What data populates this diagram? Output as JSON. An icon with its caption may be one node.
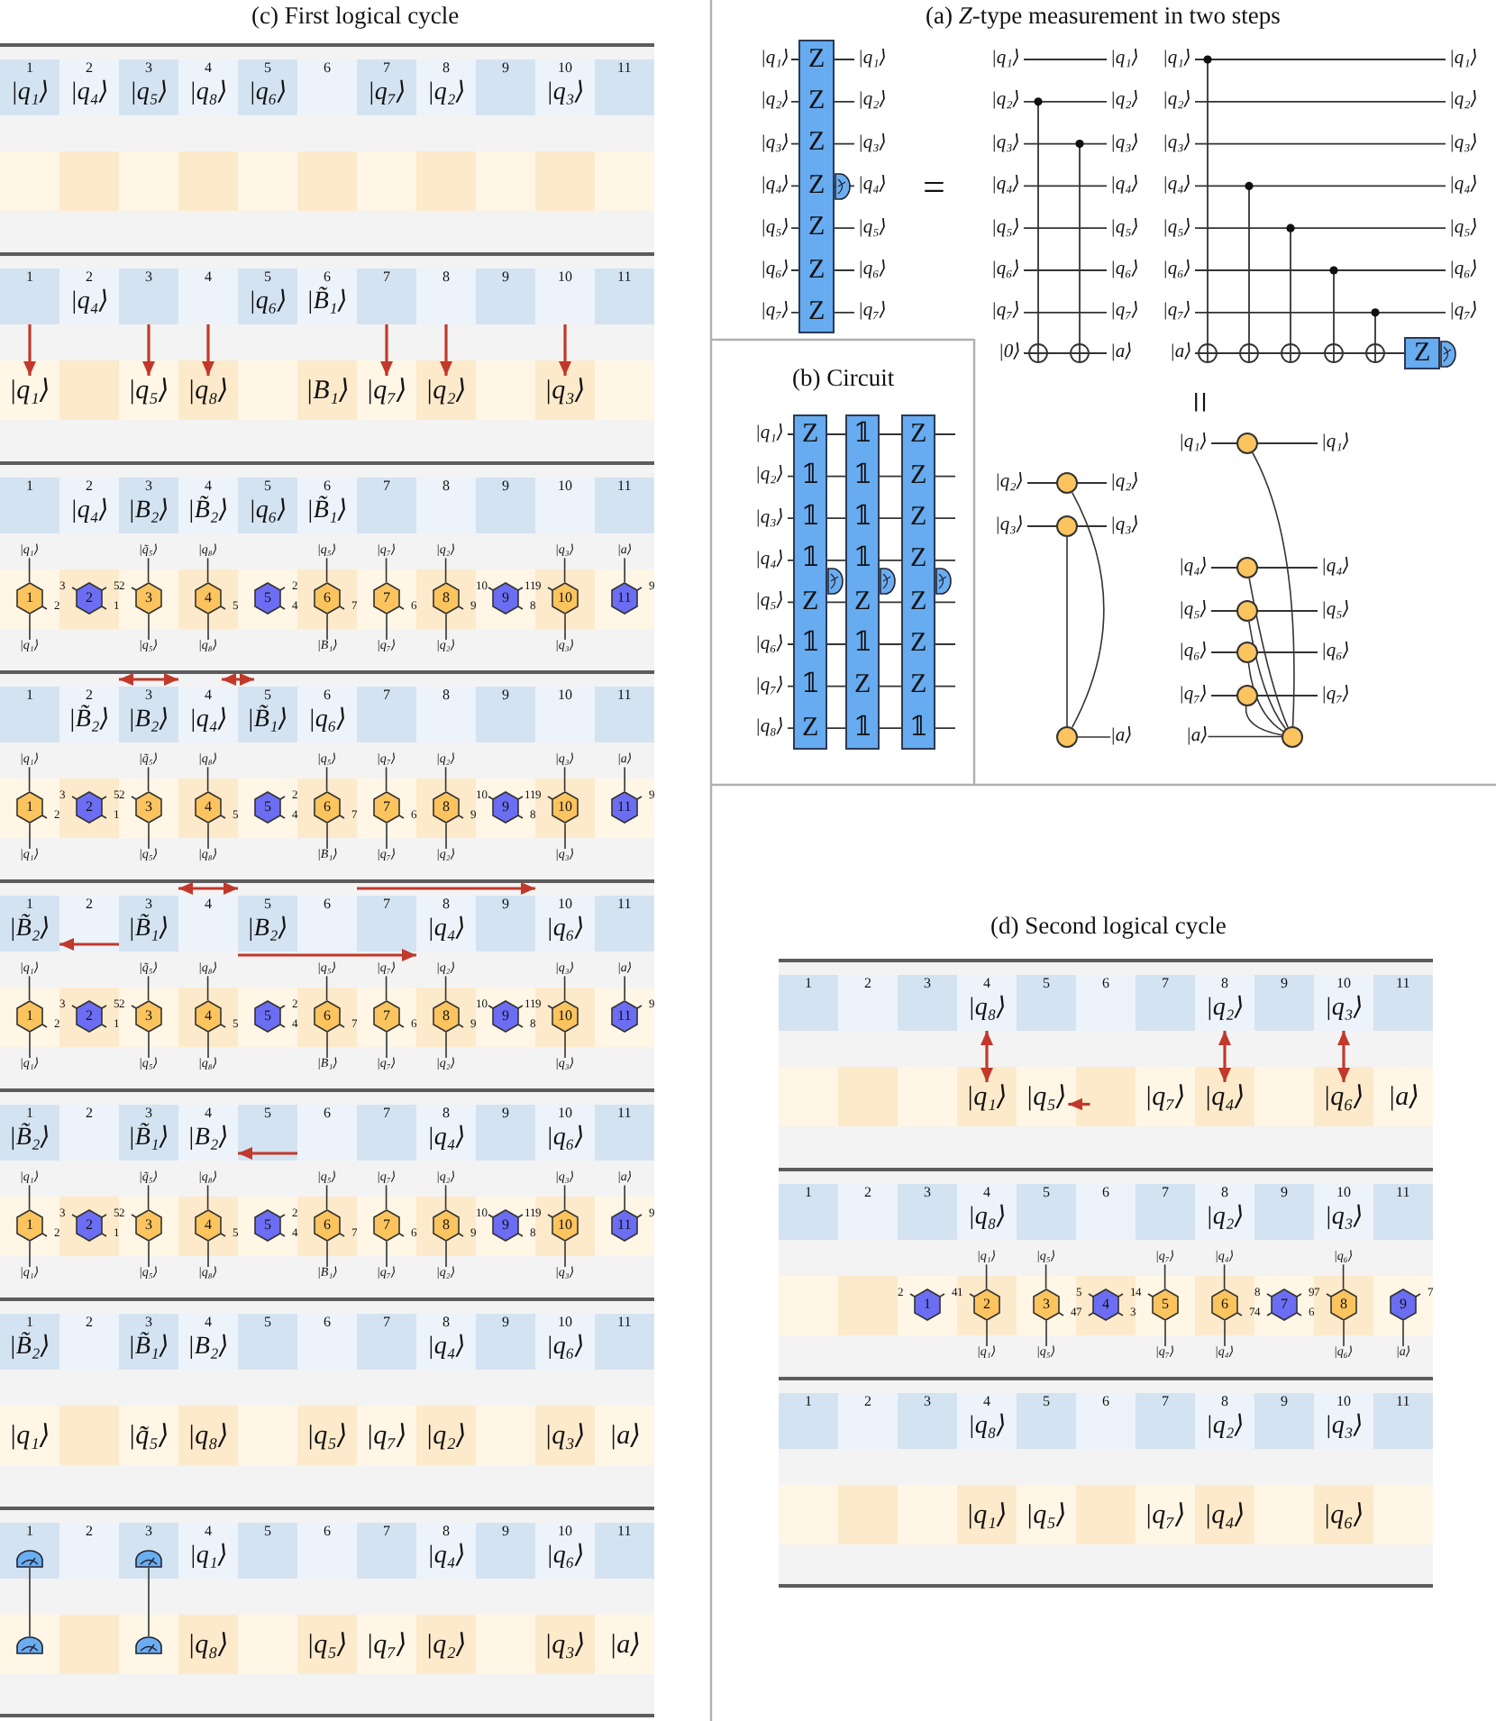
{
  "diagram": {
    "nodes": [
      {
        "text": [
          "1",
          "|q₁⟩"
        ]
      },
      {
        "text": [
          "2",
          "|q₄⟩"
        ]
      },
      {
        "text": [
          "3",
          "|q₅⟩"
        ]
      },
      {
        "text": [
          "4",
          "|q₈⟩"
        ]
      },
      {
        "text": [
          "5",
          "|q₆⟩"
        ]
      },
      {
        "text": [
          "6"
        ]
      },
      {
        "text": [
          "7",
          "|q₇⟩"
        ]
      },
      {
        "text": [
          "8",
          "|q₂⟩"
        ]
      },
      {
        "text": [
          "9"
        ]
      },
      {
        "text": [
          "10",
          "|q₃⟩"
        ]
      },
      {
        "text": [
          "11"
        ]
      },
      {
        "text": [
          "1"
        ]
      },
      {
        "text": [
          "2",
          "|q₄⟩"
        ]
      },
      {
        "text": [
          "3"
        ]
      },
      {
        "text": [
          "4"
        ]
      },
      {
        "text": [
          "5",
          "|q₆⟩"
        ]
      },
      {
        "text": [
          "6",
          "|B̃₁⟩"
        ]
      },
      {
        "text": [
          "7"
        ]
      },
      {
        "text": [
          "8"
        ]
      },
      {
        "text": [
          "9"
        ]
      },
      {
        "text": [
          "10"
        ]
      },
      {
        "text": [
          "11"
        ]
      },
      {
        "text": [
          "|q₁⟩"
        ]
      },
      {
        "text": [
          "|q₅⟩"
        ]
      },
      {
        "text": [
          "|q₈⟩"
        ]
      },
      {
        "text": [
          "|B₁⟩"
        ]
      },
      {
        "text": [
          "|q₇⟩"
        ]
      },
      {
        "text": [
          "|q₂⟩"
        ]
      },
      {
        "text": [
          "|q₃⟩"
        ]
      },
      {
        "text": [
          "1"
        ]
      },
      {
        "text": [
          "2",
          "|q₄⟩"
        ]
      },
      {
        "text": [
          "3",
          "|B₂⟩"
        ]
      },
      {
        "text": [
          "4",
          "|B̃₂⟩"
        ]
      },
      {
        "text": [
          "5",
          "|q₆⟩"
        ]
      },
      {
        "text": [
          "6",
          "|B̃₁⟩"
        ]
      },
      {
        "text": [
          "7"
        ]
      },
      {
        "text": [
          "8"
        ]
      },
      {
        "text": [
          "9"
        ]
      },
      {
        "text": [
          "10"
        ]
      },
      {
        "text": [
          "11"
        ]
      },
      {
        "text": [
          "|q₁⟩"
        ]
      },
      {
        "text": [
          "|q̃₅⟩"
        ]
      },
      {
        "text": [
          "|q₈⟩"
        ]
      },
      {
        "text": [
          "|q₅⟩"
        ]
      },
      {
        "text": [
          "|q₇⟩"
        ]
      },
      {
        "text": [
          "|q₂⟩"
        ]
      },
      {
        "text": [
          "|q₃⟩"
        ]
      },
      {
        "text": [
          "|a⟩"
        ]
      },
      {
        "text": [
          "1"
        ],
        "beside": [
          "2"
        ]
      },
      {
        "text": [
          "2"
        ],
        "beside": [
          "3",
          "5",
          "1"
        ]
      },
      {
        "text": [
          "3"
        ],
        "beside": [
          "2"
        ]
      },
      {
        "text": [
          "4"
        ],
        "beside": [
          "5"
        ]
      },
      {
        "text": [
          "5"
        ],
        "beside": [
          "2",
          "4"
        ]
      },
      {
        "text": [
          "6"
        ],
        "beside": [
          "7"
        ]
      },
      {
        "text": [
          "7"
        ],
        "beside": [
          "6"
        ]
      },
      {
        "text": [
          "8"
        ],
        "beside": [
          "9"
        ]
      },
      {
        "text": [
          "9"
        ],
        "beside": [
          "10",
          "11",
          "8"
        ]
      },
      {
        "text": [
          "10"
        ],
        "beside": [
          "9"
        ]
      },
      {
        "text": [
          "11"
        ],
        "beside": [
          "9"
        ]
      },
      {
        "text": [
          "|q₁⟩"
        ]
      },
      {
        "text": [
          "|q₅⟩"
        ]
      },
      {
        "text": [
          "|q₈⟩"
        ]
      },
      {
        "text": [
          "|B₁⟩"
        ]
      },
      {
        "text": [
          "|q₇⟩"
        ]
      },
      {
        "text": [
          "|q₂⟩"
        ]
      },
      {
        "text": [
          "|q₃⟩"
        ]
      },
      {
        "text": [
          "1"
        ]
      },
      {
        "text": [
          "2",
          "|B̃₂⟩"
        ]
      },
      {
        "text": [
          "3",
          "|B₂⟩"
        ]
      },
      {
        "text": [
          "4",
          "|q₄⟩"
        ]
      },
      {
        "text": [
          "5",
          "|B̃₁⟩"
        ]
      },
      {
        "text": [
          "6",
          "|q₆⟩"
        ]
      },
      {
        "text": [
          "7"
        ]
      },
      {
        "text": [
          "8"
        ]
      },
      {
        "text": [
          "9"
        ]
      },
      {
        "text": [
          "10"
        ]
      },
      {
        "text": [
          "11"
        ]
      },
      {
        "text": [
          "|q₁⟩"
        ]
      },
      {
        "text": [
          "|q̃₅⟩"
        ]
      },
      {
        "text": [
          "|q₈⟩"
        ]
      },
      {
        "text": [
          "|q₅⟩"
        ]
      },
      {
        "text": [
          "|q₇⟩"
        ]
      },
      {
        "text": [
          "|q₂⟩"
        ]
      },
      {
        "text": [
          "|q₃⟩"
        ]
      },
      {
        "text": [
          "|a⟩"
        ]
      },
      {
        "text": [
          "1"
        ],
        "beside": [
          "2"
        ]
      },
      {
        "text": [
          "2"
        ],
        "beside": [
          "3",
          "5",
          "1"
        ]
      },
      {
        "text": [
          "3"
        ],
        "beside": [
          "2"
        ]
      },
      {
        "text": [
          "4"
        ],
        "beside": [
          "5"
        ]
      },
      {
        "text": [
          "5"
        ],
        "beside": [
          "2",
          "4"
        ]
      },
      {
        "text": [
          "6"
        ],
        "beside": [
          "7"
        ]
      },
      {
        "text": [
          "7"
        ],
        "beside": [
          "6"
        ]
      },
      {
        "text": [
          "8"
        ],
        "beside": [
          "9"
        ]
      },
      {
        "text": [
          "9"
        ],
        "beside": [
          "10",
          "11",
          "8"
        ]
      },
      {
        "text": [
          "10"
        ],
        "beside": [
          "9"
        ]
      },
      {
        "text": [
          "11"
        ],
        "beside": [
          "9"
        ]
      },
      {
        "text": [
          "|q₁⟩"
        ]
      },
      {
        "text": [
          "|q₅⟩"
        ]
      },
      {
        "text": [
          "|q₈⟩"
        ]
      },
      {
        "text": [
          "|B₁⟩"
        ]
      },
      {
        "text": [
          "|q₇⟩"
        ]
      },
      {
        "text": [
          "|q₂⟩"
        ]
      },
      {
        "text": [
          "|q₃⟩"
        ]
      },
      {
        "text": [
          "1",
          "|B̃₂⟩"
        ]
      },
      {
        "text": [
          "2"
        ]
      },
      {
        "text": [
          "3",
          "|B̃₁⟩"
        ]
      },
      {
        "text": [
          "4"
        ]
      },
      {
        "text": [
          "5",
          "|B₂⟩"
        ]
      },
      {
        "text": [
          "6"
        ]
      },
      {
        "text": [
          "7"
        ]
      },
      {
        "text": [
          "8",
          "|q₄⟩"
        ]
      },
      {
        "text": [
          "9"
        ]
      },
      {
        "text": [
          "10",
          "|q₆⟩"
        ]
      },
      {
        "text": [
          "11"
        ]
      },
      {
        "text": [
          "|q₁⟩"
        ]
      },
      {
        "text": [
          "|q̃₅⟩"
        ]
      },
      {
        "text": [
          "|q₈⟩"
        ]
      },
      {
        "text": [
          "|q₅⟩"
        ]
      },
      {
        "text": [
          "|q₇⟩"
        ]
      },
      {
        "text": [
          "|q₂⟩"
        ]
      },
      {
        "text": [
          "|q₃⟩"
        ]
      },
      {
        "text": [
          "|a⟩"
        ]
      },
      {
        "text": [
          "1"
        ],
        "beside": [
          "2"
        ]
      },
      {
        "text": [
          "2"
        ],
        "beside": [
          "3",
          "5",
          "1"
        ]
      },
      {
        "text": [
          "3"
        ],
        "beside": [
          "2"
        ]
      },
      {
        "text": [
          "4"
        ],
        "beside": [
          "5"
        ]
      },
      {
        "text": [
          "5"
        ],
        "beside": [
          "2",
          "4"
        ]
      },
      {
        "text": [
          "6"
        ],
        "beside": [
          "7"
        ]
      },
      {
        "text": [
          "7"
        ],
        "beside": [
          "6"
        ]
      },
      {
        "text": [
          "8"
        ],
        "beside": [
          "9"
        ]
      },
      {
        "text": [
          "9"
        ],
        "beside": [
          "10",
          "11",
          "8"
        ]
      },
      {
        "text": [
          "10"
        ],
        "beside": [
          "9"
        ]
      },
      {
        "text": [
          "11"
        ],
        "beside": [
          "9"
        ]
      },
      {
        "text": [
          "|q₁⟩"
        ]
      },
      {
        "text": [
          "|q₅⟩"
        ]
      },
      {
        "text": [
          "|q₈⟩"
        ]
      },
      {
        "text": [
          "|B₁⟩"
        ]
      },
      {
        "text": [
          "|q₇⟩"
        ]
      },
      {
        "text": [
          "|q₂⟩"
        ]
      },
      {
        "text": [
          "|q₃⟩"
        ]
      },
      {
        "text": [
          "1",
          "|B̃₂⟩"
        ]
      },
      {
        "text": [
          "2"
        ]
      },
      {
        "text": [
          "3",
          "|B̃₁⟩"
        ]
      },
      {
        "text": [
          "4",
          "|B₂⟩"
        ]
      },
      {
        "text": [
          "5"
        ]
      },
      {
        "text": [
          "6"
        ]
      },
      {
        "text": [
          "7"
        ]
      },
      {
        "text": [
          "8",
          "|q₄⟩"
        ]
      },
      {
        "text": [
          "9"
        ]
      },
      {
        "text": [
          "10",
          "|q₆⟩"
        ]
      },
      {
        "text": [
          "11"
        ]
      },
      {
        "text": [
          "|q₁⟩"
        ]
      },
      {
        "text": [
          "|q̃₅⟩"
        ]
      },
      {
        "text": [
          "|q₈⟩"
        ]
      },
      {
        "text": [
          "|q₅⟩"
        ]
      },
      {
        "text": [
          "|q₇⟩"
        ]
      },
      {
        "text": [
          "|q₂⟩"
        ]
      },
      {
        "text": [
          "|q₃⟩"
        ]
      },
      {
        "text": [
          "|a⟩"
        ]
      },
      {
        "text": [
          "1"
        ],
        "beside": [
          "2"
        ]
      },
      {
        "text": [
          "2"
        ],
        "beside": [
          "3",
          "5",
          "1"
        ]
      },
      {
        "text": [
          "3"
        ],
        "beside": [
          "2"
        ]
      },
      {
        "text": [
          "4"
        ],
        "beside": [
          "5"
        ]
      },
      {
        "text": [
          "5"
        ],
        "beside": [
          "2",
          "4"
        ]
      },
      {
        "text": [
          "6"
        ],
        "beside": [
          "7"
        ]
      },
      {
        "text": [
          "7"
        ],
        "beside": [
          "6"
        ]
      },
      {
        "text": [
          "8"
        ],
        "beside": [
          "9"
        ]
      },
      {
        "text": [
          "9"
        ],
        "beside": [
          "10",
          "11",
          "8"
        ]
      },
      {
        "text": [
          "10"
        ],
        "beside": [
          "9"
        ]
      },
      {
        "text": [
          "11"
        ],
        "beside": [
          "9"
        ]
      },
      {
        "text": [
          "|q₁⟩"
        ]
      },
      {
        "text": [
          "|q₅⟩"
        ]
      },
      {
        "text": [
          "|q₈⟩"
        ]
      },
      {
        "text": [
          "|B₁⟩"
        ]
      },
      {
        "text": [
          "|q₇⟩"
        ]
      },
      {
        "text": [
          "|q₂⟩"
        ]
      },
      {
        "text": [
          "|q₃⟩"
        ]
      },
      {
        "text": [
          "1",
          "|B̃₂⟩"
        ]
      },
      {
        "text": [
          "2"
        ]
      },
      {
        "text": [
          "3",
          "|B̃₁⟩"
        ]
      },
      {
        "text": [
          "4",
          "|B₂⟩"
        ]
      },
      {
        "text": [
          "5"
        ]
      },
      {
        "text": [
          "6"
        ]
      },
      {
        "text": [
          "7"
        ]
      },
      {
        "text": [
          "8",
          "|q₄⟩"
        ]
      },
      {
        "text": [
          "9"
        ]
      },
      {
        "text": [
          "10",
          "|q₆⟩"
        ]
      },
      {
        "text": [
          "11"
        ]
      },
      {
        "text": [
          "|q₁⟩"
        ]
      },
      {
        "text": [
          "|q̃₅⟩"
        ]
      },
      {
        "text": [
          "|q₈⟩"
        ]
      },
      {
        "text": [
          "|q₅⟩"
        ]
      },
      {
        "text": [
          "|q₇⟩"
        ]
      },
      {
        "text": [
          "|q₂⟩"
        ]
      },
      {
        "text": [
          "|q₃⟩"
        ]
      },
      {
        "text": [
          "|a⟩"
        ]
      },
      {
        "text": [
          "1"
        ]
      },
      {
        "text": [
          "2"
        ]
      },
      {
        "text": [
          "3"
        ]
      },
      {
        "text": [
          "4",
          "|q₁⟩"
        ]
      },
      {
        "text": [
          "5"
        ]
      },
      {
        "text": [
          "6"
        ]
      },
      {
        "text": [
          "7"
        ]
      },
      {
        "text": [
          "8",
          "|q₄⟩"
        ]
      },
      {
        "text": [
          "9"
        ]
      },
      {
        "text": [
          "10",
          "|q₆⟩"
        ]
      },
      {
        "text": [
          "11"
        ]
      },
      {
        "text": [],
        "shape": "meter",
        "in": 196
      },
      {
        "text": [],
        "shape": "meter",
        "in": 198
      },
      {
        "text": [],
        "shape": "meter"
      },
      {
        "text": [],
        "shape": "meter"
      },
      {
        "text": [
          "|q₈⟩"
        ]
      },
      {
        "text": [
          "|q₅⟩"
        ]
      },
      {
        "text": [
          "|q₇⟩"
        ]
      },
      {
        "text": [
          "|q₂⟩"
        ]
      },
      {
        "text": [
          "|q₃⟩"
        ]
      },
      {
        "text": [
          "|a⟩"
        ]
      },
      {
        "text": [
          "Z",
          "Z",
          "Z",
          "Z",
          "Z",
          "Z",
          "Z"
        ]
      },
      {
        "text": [
          "Z"
        ]
      },
      {
        "text": [],
        "shape": "circle"
      },
      {
        "text": [],
        "shape": "circle"
      },
      {
        "text": [],
        "shape": "circle"
      },
      {
        "text": [],
        "shape": "circle"
      },
      {
        "text": [],
        "shape": "circle"
      },
      {
        "text": [],
        "shape": "circle"
      },
      {
        "text": [],
        "shape": "circle"
      },
      {
        "text": [],
        "shape": "circle"
      },
      {
        "text": [],
        "shape": "circle"
      },
      {
        "text": [
          "Z",
          "𝟙",
          "𝟙",
          "𝟙",
          "Z",
          "𝟙",
          "𝟙",
          "Z"
        ]
      },
      {
        "text": [
          "𝟙",
          "𝟙",
          "𝟙",
          "𝟙",
          "Z",
          "𝟙",
          "Z",
          "𝟙"
        ]
      },
      {
        "text": [
          "Z",
          "Z",
          "Z",
          "Z",
          "Z",
          "Z",
          "Z",
          "𝟙"
        ]
      },
      {
        "text": [
          "1"
        ]
      },
      {
        "text": [
          "2"
        ]
      },
      {
        "text": [
          "3"
        ]
      },
      {
        "text": [
          "4",
          "|q₈⟩"
        ]
      },
      {
        "text": [
          "5"
        ]
      },
      {
        "text": [
          "6"
        ]
      },
      {
        "text": [
          "7"
        ]
      },
      {
        "text": [
          "8",
          "|q₂⟩"
        ]
      },
      {
        "text": [
          "9"
        ]
      },
      {
        "text": [
          "10",
          "|q₃⟩"
        ]
      },
      {
        "text": [
          "11"
        ]
      },
      {
        "text": [
          "|q₁⟩"
        ]
      },
      {
        "text": [
          "|q₅⟩"
        ]
      },
      {
        "text": [
          "|q₇⟩"
        ]
      },
      {
        "text": [
          "|q₄⟩"
        ]
      },
      {
        "text": [
          "|q₆⟩"
        ]
      },
      {
        "text": [
          "|a⟩"
        ]
      },
      {
        "text": [
          "1"
        ]
      },
      {
        "text": [
          "2"
        ]
      },
      {
        "text": [
          "3"
        ]
      },
      {
        "text": [
          "4",
          "|q₈⟩"
        ]
      },
      {
        "text": [
          "5"
        ]
      },
      {
        "text": [
          "6"
        ]
      },
      {
        "text": [
          "7"
        ]
      },
      {
        "text": [
          "8",
          "|q₂⟩"
        ]
      },
      {
        "text": [
          "9"
        ]
      },
      {
        "text": [
          "10",
          "|q₃⟩"
        ]
      },
      {
        "text": [
          "11"
        ]
      },
      {
        "text": [
          "|q₁⟩"
        ]
      },
      {
        "text": [
          "|q₅⟩"
        ]
      },
      {
        "text": [
          "|q₇⟩"
        ]
      },
      {
        "text": [
          "|q₄⟩"
        ]
      },
      {
        "text": [
          "|q₆⟩"
        ]
      },
      {
        "text": [
          "1"
        ],
        "beside": [
          "2",
          "4"
        ]
      },
      {
        "text": [
          "2"
        ],
        "beside": [
          "1"
        ]
      },
      {
        "text": [
          "3"
        ],
        "beside": [
          "4"
        ]
      },
      {
        "text": [
          "4"
        ],
        "beside": [
          "5",
          "1",
          "7",
          "3"
        ]
      },
      {
        "text": [
          "5"
        ],
        "beside": [
          "4"
        ]
      },
      {
        "text": [
          "6"
        ],
        "beside": [
          "7"
        ]
      },
      {
        "text": [
          "7"
        ],
        "beside": [
          "8",
          "9",
          "4",
          "6"
        ]
      },
      {
        "text": [
          "8"
        ],
        "beside": [
          "7"
        ]
      },
      {
        "text": [
          "9"
        ],
        "beside": [
          "7"
        ]
      },
      {
        "text": [
          "|q₁⟩"
        ]
      },
      {
        "text": [
          "|q₅⟩"
        ]
      },
      {
        "text": [
          "|q₇⟩"
        ]
      },
      {
        "text": [
          "|q₄⟩"
        ]
      },
      {
        "text": [
          "|q₆⟩"
        ]
      },
      {
        "text": [
          "|a⟩"
        ]
      },
      {
        "text": [
          "1"
        ]
      },
      {
        "text": [
          "2"
        ]
      },
      {
        "text": [
          "3"
        ]
      },
      {
        "text": [
          "4",
          "|q₈⟩"
        ]
      },
      {
        "text": [
          "5"
        ]
      },
      {
        "text": [
          "6"
        ]
      },
      {
        "text": [
          "7"
        ]
      },
      {
        "text": [
          "8",
          "|q₂⟩"
        ]
      },
      {
        "text": [
          "9"
        ]
      },
      {
        "text": [
          "10",
          "|q₃⟩"
        ]
      },
      {
        "text": [
          "11"
        ]
      },
      {
        "text": [
          "|q₁⟩"
        ]
      },
      {
        "text": [
          "|q₅⟩"
        ]
      },
      {
        "text": [
          "|q₇⟩"
        ]
      },
      {
        "text": [
          "|q₄⟩"
        ]
      },
      {
        "text": [
          "|q₆⟩"
        ]
      },
      {
        "text": [
          "|a⟩"
        ]
      },
      {
        "text": [
          "|a⟩"
        ]
      }
    ],
    "edges": [
      {
        "from": 11,
        "to": 22,
        "arrow": "to",
        "color": "#c0392b"
      },
      {
        "from": 13,
        "to": 23,
        "arrow": "to",
        "color": "#c0392b"
      },
      {
        "from": 14,
        "to": 24,
        "arrow": "to",
        "color": "#c0392b"
      },
      {
        "from": 17,
        "to": 26,
        "arrow": "to",
        "color": "#c0392b"
      },
      {
        "from": 18,
        "to": 27,
        "arrow": "to",
        "color": "#c0392b"
      },
      {
        "from": 20,
        "to": 28,
        "arrow": "to",
        "color": "#c0392b"
      },
      {
        "from": 40,
        "to": 48,
        "arrow": "none"
      },
      {
        "from": 41,
        "to": 50,
        "arrow": "none"
      },
      {
        "from": 42,
        "to": 51,
        "arrow": "none"
      },
      {
        "from": 43,
        "to": 53,
        "arrow": "none"
      },
      {
        "from": 44,
        "to": 54,
        "arrow": "none"
      },
      {
        "from": 45,
        "to": 55,
        "arrow": "none"
      },
      {
        "from": 46,
        "to": 57,
        "arrow": "none"
      },
      {
        "from": 47,
        "to": 58,
        "arrow": "none"
      },
      {
        "from": 48,
        "to": 59,
        "arrow": "none"
      },
      {
        "from": 50,
        "to": 60,
        "arrow": "none"
      },
      {
        "from": 51,
        "to": 61,
        "arrow": "none"
      },
      {
        "from": 53,
        "to": 62,
        "arrow": "none"
      },
      {
        "from": 54,
        "to": 63,
        "arrow": "none"
      },
      {
        "from": 55,
        "to": 64,
        "arrow": "none"
      },
      {
        "from": 57,
        "to": 65,
        "arrow": "none"
      },
      {
        "from": 67,
        "to": 69,
        "arrow": "both",
        "color": "#c0392b"
      },
      {
        "from": 69,
        "to": 70,
        "arrow": "both",
        "color": "#c0392b"
      },
      {
        "from": 77,
        "to": 85,
        "arrow": "none"
      },
      {
        "from": 78,
        "to": 87,
        "arrow": "none"
      },
      {
        "from": 79,
        "to": 88,
        "arrow": "none"
      },
      {
        "from": 80,
        "to": 90,
        "arrow": "none"
      },
      {
        "from": 81,
        "to": 91,
        "arrow": "none"
      },
      {
        "from": 82,
        "to": 92,
        "arrow": "none"
      },
      {
        "from": 83,
        "to": 94,
        "arrow": "none"
      },
      {
        "from": 84,
        "to": 95,
        "arrow": "none"
      },
      {
        "from": 85,
        "to": 96,
        "arrow": "none"
      },
      {
        "from": 87,
        "to": 97,
        "arrow": "none"
      },
      {
        "from": 88,
        "to": 98,
        "arrow": "none"
      },
      {
        "from": 90,
        "to": 99,
        "arrow": "none"
      },
      {
        "from": 91,
        "to": 100,
        "arrow": "none"
      },
      {
        "from": 92,
        "to": 101,
        "arrow": "none"
      },
      {
        "from": 94,
        "to": 102,
        "arrow": "none"
      },
      {
        "from": 104,
        "to": 103,
        "arrow": "to",
        "color": "#c0392b"
      },
      {
        "from": 105,
        "to": 107,
        "arrow": "both",
        "color": "#c0392b"
      },
      {
        "from": 108,
        "to": 112,
        "arrow": "to",
        "color": "#c0392b"
      },
      {
        "from": 106,
        "to": 110,
        "arrow": "to",
        "color": "#c0392b"
      },
      {
        "from": 114,
        "to": 122,
        "arrow": "none"
      },
      {
        "from": 115,
        "to": 124,
        "arrow": "none"
      },
      {
        "from": 116,
        "to": 125,
        "arrow": "none"
      },
      {
        "from": 117,
        "to": 127,
        "arrow": "none"
      },
      {
        "from": 118,
        "to": 128,
        "arrow": "none"
      },
      {
        "from": 119,
        "to": 129,
        "arrow": "none"
      },
      {
        "from": 120,
        "to": 131,
        "arrow": "none"
      },
      {
        "from": 121,
        "to": 132,
        "arrow": "none"
      },
      {
        "from": 122,
        "to": 133,
        "arrow": "none"
      },
      {
        "from": 124,
        "to": 134,
        "arrow": "none"
      },
      {
        "from": 125,
        "to": 135,
        "arrow": "none"
      },
      {
        "from": 127,
        "to": 136,
        "arrow": "none"
      },
      {
        "from": 128,
        "to": 137,
        "arrow": "none"
      },
      {
        "from": 129,
        "to": 138,
        "arrow": "none"
      },
      {
        "from": 131,
        "to": 139,
        "arrow": "none"
      },
      {
        "from": 144,
        "to": 143,
        "arrow": "to",
        "color": "#c0392b"
      },
      {
        "from": 151,
        "to": 159,
        "arrow": "none"
      },
      {
        "from": 152,
        "to": 161,
        "arrow": "none"
      },
      {
        "from": 153,
        "to": 162,
        "arrow": "none"
      },
      {
        "from": 154,
        "to": 164,
        "arrow": "none"
      },
      {
        "from": 155,
        "to": 165,
        "arrow": "none"
      },
      {
        "from": 156,
        "to": 166,
        "arrow": "none"
      },
      {
        "from": 157,
        "to": 168,
        "arrow": "none"
      },
      {
        "from": 158,
        "to": 169,
        "arrow": "none"
      },
      {
        "from": 159,
        "to": 170,
        "arrow": "none"
      },
      {
        "from": 161,
        "to": 171,
        "arrow": "none"
      },
      {
        "from": 162,
        "to": 172,
        "arrow": "none"
      },
      {
        "from": 164,
        "to": 173,
        "arrow": "none"
      },
      {
        "from": 165,
        "to": 174,
        "arrow": "none"
      },
      {
        "from": 166,
        "to": 175,
        "arrow": "none"
      },
      {
        "from": 168,
        "to": 176,
        "arrow": "none"
      },
      {
        "from": 207,
        "to": 209,
        "arrow": "none"
      },
      {
        "from": 208,
        "to": 210,
        "arrow": "none"
      },
      {
        "from": 219,
        "to": 221,
        "arrow": "none"
      },
      {
        "from": 220,
        "to": 221,
        "arrow": "none"
      },
      {
        "from": 222,
        "to": 227,
        "arrow": "none"
      },
      {
        "from": 223,
        "to": 227,
        "arrow": "none"
      },
      {
        "from": 224,
        "to": 227,
        "arrow": "none"
      },
      {
        "from": 225,
        "to": 227,
        "arrow": "none"
      },
      {
        "from": 226,
        "to": 227,
        "arrow": "none"
      },
      {
        "from": 234,
        "to": 242,
        "arrow": "both",
        "color": "#c0392b"
      },
      {
        "from": 238,
        "to": 245,
        "arrow": "both",
        "color": "#c0392b"
      },
      {
        "from": 240,
        "to": 246,
        "arrow": "both",
        "color": "#c0392b"
      },
      {
        "from": null,
        "to": 243,
        "arrow": "to",
        "color": "#c0392b"
      },
      {
        "from": 259,
        "to": 265,
        "arrow": "none"
      },
      {
        "from": 260,
        "to": 266,
        "arrow": "none"
      },
      {
        "from": 261,
        "to": 268,
        "arrow": "none"
      },
      {
        "from": 262,
        "to": 269,
        "arrow": "none"
      },
      {
        "from": 263,
        "to": 271,
        "arrow": "none"
      },
      {
        "from": 265,
        "to": 273,
        "arrow": "none"
      },
      {
        "from": 266,
        "to": 274,
        "arrow": "none"
      },
      {
        "from": 268,
        "to": 275,
        "arrow": "none"
      },
      {
        "from": 269,
        "to": 276,
        "arrow": "none"
      },
      {
        "from": 271,
        "to": 277,
        "arrow": "none"
      },
      {
        "from": 272,
        "to": 278,
        "arrow": "none"
      },
      {
        "from": 221,
        "to": 295,
        "arrow": "none"
      },
      {
        "from": 296,
        "to": 227,
        "arrow": "none"
      }
    ],
    "labels": [
      "(c) First logical cycle",
      "(a) *Z*-type measurement in two steps",
      "|q₁⟩",
      "|q₂⟩",
      "|q₃⟩",
      "|q₄⟩",
      "|q₅⟩",
      "|q₆⟩",
      "|q₇⟩",
      "|q₁⟩",
      "|q₂⟩",
      "|q₃⟩",
      "|q₄⟩",
      "|q₅⟩",
      "|q₆⟩",
      "|q₇⟩",
      "=",
      "|q₁⟩",
      "|q₂⟩",
      "|q₃⟩",
      "|q₄⟩",
      "|q₅⟩",
      "|q₆⟩",
      "|q₇⟩",
      "|0⟩",
      "|q₁⟩",
      "|q₂⟩",
      "|q₃⟩",
      "|q₄⟩",
      "|q₅⟩",
      "|q₆⟩",
      "|q₇⟩",
      "|a⟩",
      "|q₁⟩",
      "|q₂⟩",
      "|q₃⟩",
      "|q₄⟩",
      "|q₅⟩",
      "|q₆⟩",
      "|q₇⟩",
      "|a⟩",
      "|q₁⟩",
      "|q₂⟩",
      "|q₃⟩",
      "|q₄⟩",
      "|q₅⟩",
      "|q₆⟩",
      "|q₇⟩",
      "=",
      "|q₂⟩",
      "|q₂⟩",
      "|q₃⟩",
      "|q₃⟩",
      "|q₁⟩",
      "|q₁⟩",
      "|q₄⟩",
      "|q₄⟩",
      "|q₅⟩",
      "|q₅⟩",
      "|q₆⟩",
      "|q₆⟩",
      "|q₇⟩",
      "|q₇⟩",
      "(b) Circuit",
      "|q₁⟩",
      "|q₂⟩",
      "|q₃⟩",
      "|q₄⟩",
      "|q₅⟩",
      "|q₆⟩",
      "|q₇⟩",
      "|q₈⟩",
      "(d) Second logical cycle"
    ]
  }
}
